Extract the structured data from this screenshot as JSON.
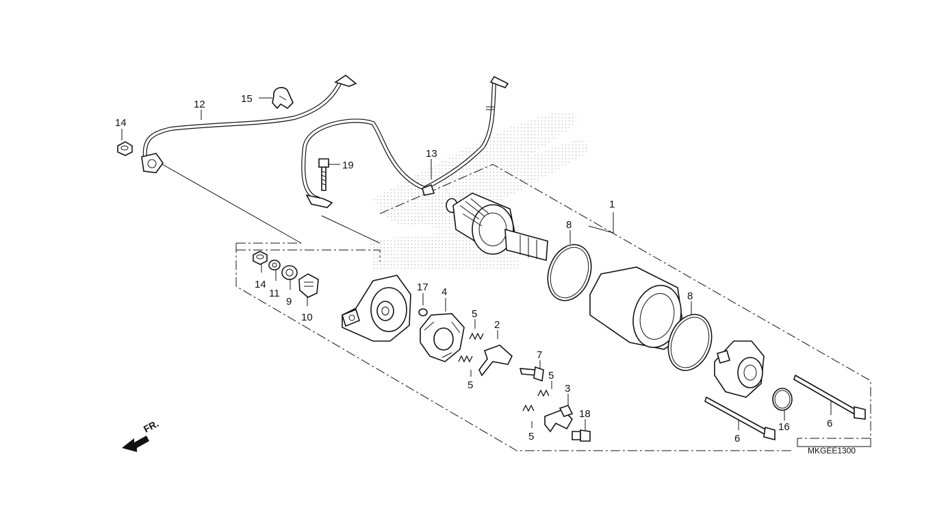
{
  "diagram": {
    "code": "MKGEE1300",
    "front_label": "FR.",
    "labels": {
      "l1": "1",
      "l2": "2",
      "l3": "3",
      "l4": "4",
      "l5a": "5",
      "l5b": "5",
      "l5c": "5",
      "l5d": "5",
      "l6a": "6",
      "l6b": "6",
      "l7": "7",
      "l8a": "8",
      "l8b": "8",
      "l9": "9",
      "l10": "10",
      "l11": "11",
      "l12": "12",
      "l13": "13",
      "l14a": "14",
      "l14b": "14",
      "l15": "15",
      "l16": "16",
      "l17": "17",
      "l18": "18",
      "l19": "19"
    }
  }
}
